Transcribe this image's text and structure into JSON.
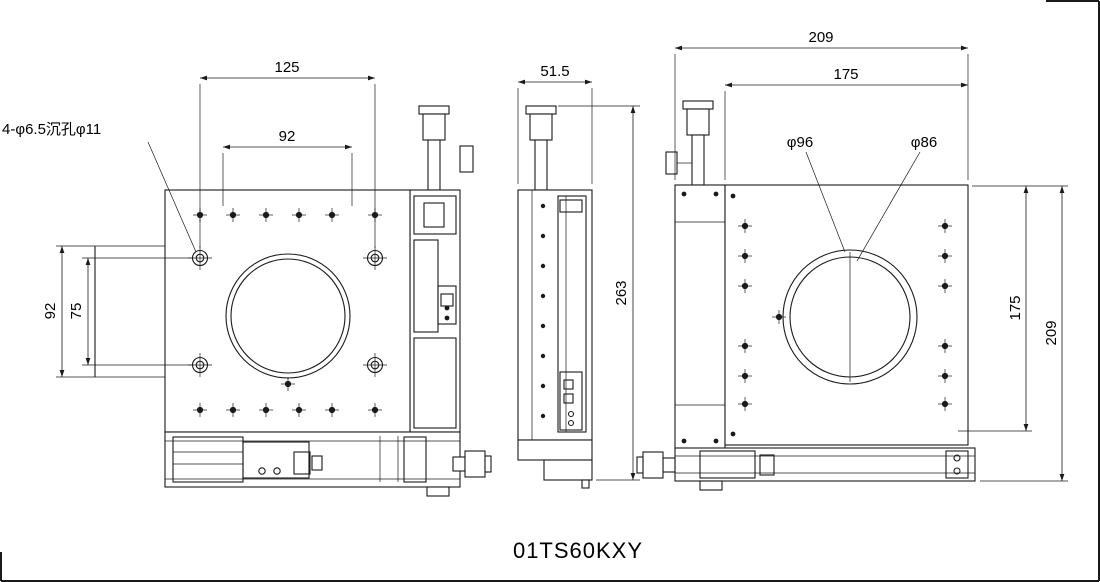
{
  "drawing": {
    "title": "01TS60KXY",
    "front_view": {
      "callout_counterbore": "4-φ6.5沉孔φ11",
      "dim_overall_width": "125",
      "dim_hole_width": "92",
      "dim_platform_height": "92",
      "dim_hole_height": "75"
    },
    "side_view": {
      "dim_depth": "51.5",
      "dim_overall_height": "263"
    },
    "rear_view": {
      "dim_overall_width": "209",
      "dim_plate_width": "175",
      "dim_bore_outer": "φ96",
      "dim_bore_inner": "φ86",
      "dim_plate_height": "175",
      "dim_overall_height": "209"
    }
  }
}
